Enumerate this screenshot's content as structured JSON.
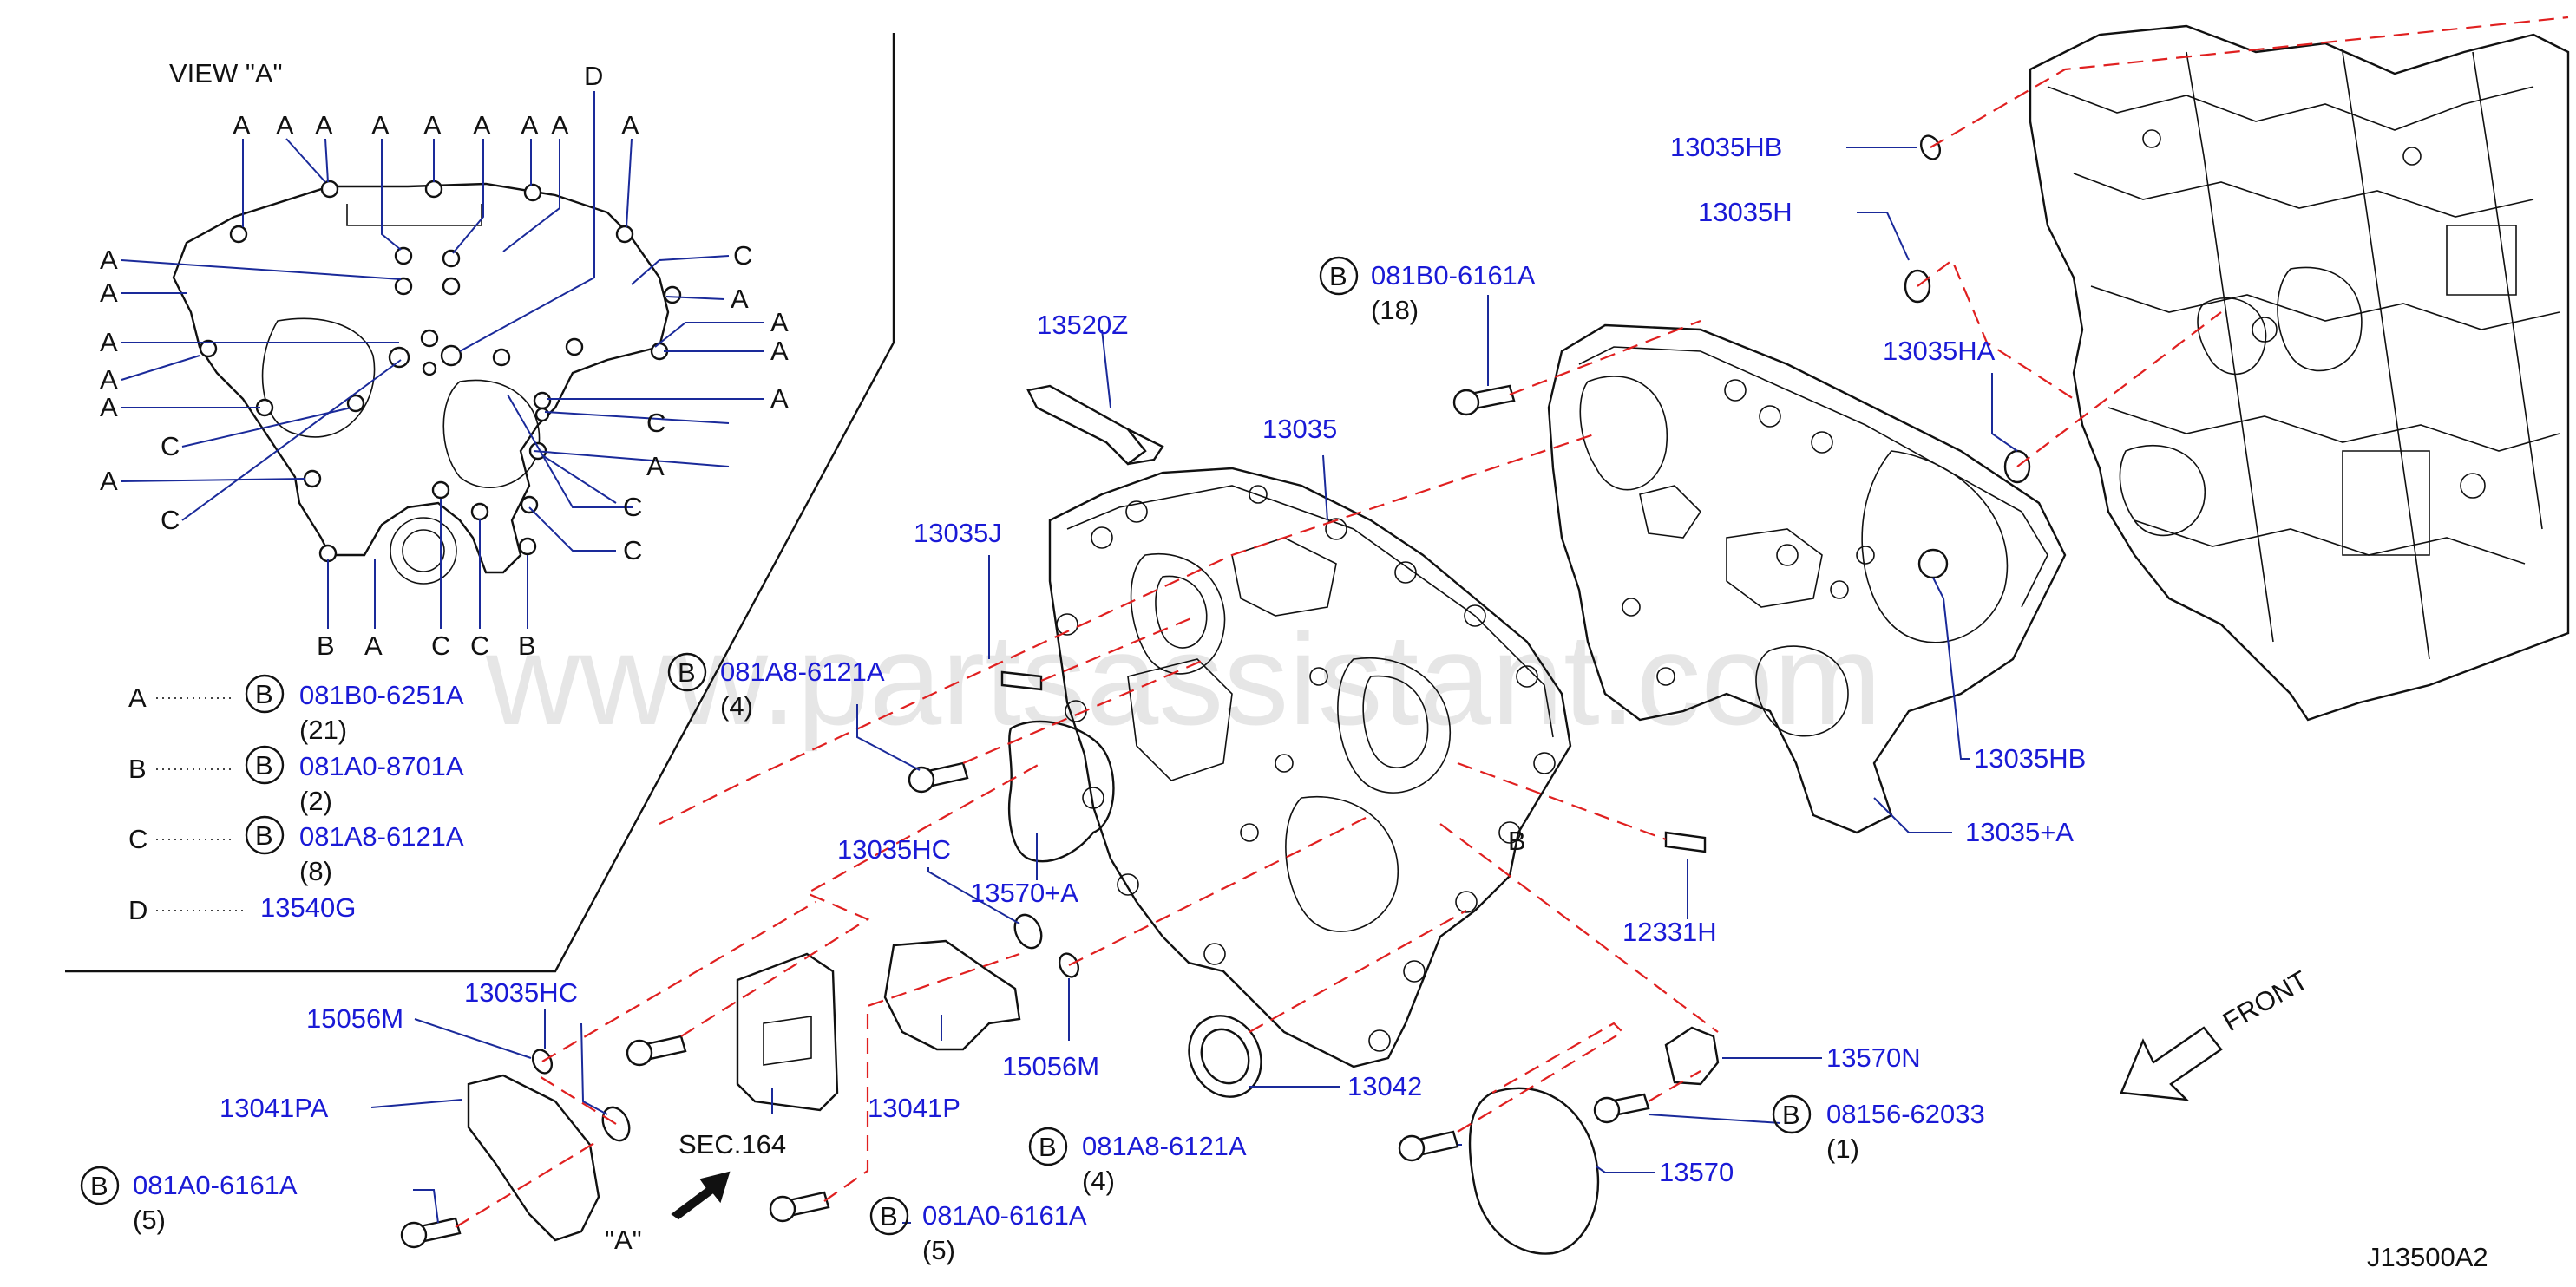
{
  "view": {
    "title": "VIEW  \"A\"",
    "caption": "\"A\"",
    "sec_label": "SEC.164",
    "front_label": "FRONT",
    "diagram_id": "J13500A2",
    "watermark": "www.partsassistant.com"
  },
  "view_marks": {
    "a": "A",
    "b": "B",
    "c": "C",
    "d": "D",
    "circle_b": "B"
  },
  "legend": [
    {
      "key": "A",
      "part": "081B0-6251A",
      "qty": "(21)"
    },
    {
      "key": "B",
      "part": "081A0-8701A",
      "qty": "(2)"
    },
    {
      "key": "C",
      "part": "081A8-6121A",
      "qty": "(8)"
    },
    {
      "key": "D",
      "part": "13540G",
      "qty": ""
    }
  ],
  "parts": {
    "p13035HB_top": "13035HB",
    "p13035H": "13035H",
    "p081B0_6161A": "081B0-6161A",
    "q18": "(18)",
    "p13035HA": "13035HA",
    "p13520Z": "13520Z",
    "p13035": "13035",
    "p13035J": "13035J",
    "p081A8_6121A_mid": "081A8-6121A",
    "q4_mid": "(4)",
    "p13035HB_bottom": "13035HB",
    "p13035_plusA": "13035+A",
    "p12331H": "12331H",
    "p13035HC_mid": "13035HC",
    "p13570_plusA": "13570+A",
    "p15056M_right": "15056M",
    "p13041P": "13041P",
    "p13035HC_left": "13035HC",
    "p15056M_left": "15056M",
    "p13041PA": "13041PA",
    "p081A0_6161A_left": "081A0-6161A",
    "q5_left": "(5)",
    "p081A8_6121A_low": "081A8-6121A",
    "q4_low": "(4)",
    "p081A0_6161A_low": "081A0-6161A",
    "q5_low": "(5)",
    "p13042": "13042",
    "p13570N": "13570N",
    "p08156_62033": "08156-62033",
    "q1": "(1)",
    "p13570": "13570",
    "b_marker": "B"
  }
}
